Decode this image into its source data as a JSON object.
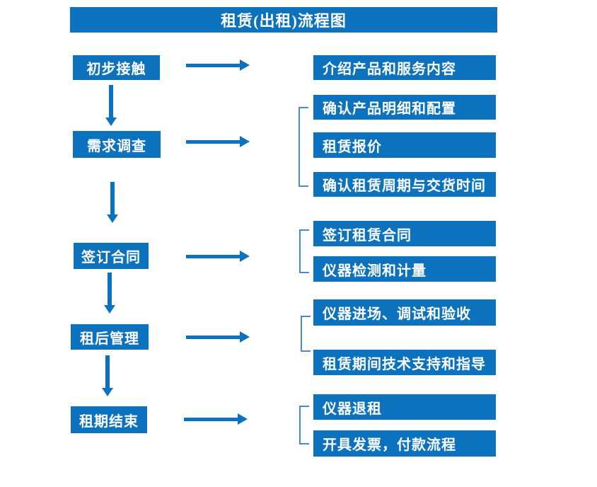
{
  "title": "租赁(出租)流程图",
  "colors": {
    "primary_blue": "#0d72bd",
    "bracket_blue": "#4f87c9",
    "text_white": "#ffffff",
    "background": "#ffffff"
  },
  "stages": [
    {
      "label": "初步接触",
      "details": [
        "介绍产品和服务内容"
      ]
    },
    {
      "label": "需求调查",
      "details": [
        "确认产品明细和配置",
        "租赁报价",
        "确认租赁周期与交货时间"
      ]
    },
    {
      "label": "签订合同",
      "details": [
        "签订租赁合同",
        "仪器检测和计量"
      ]
    },
    {
      "label": "租后管理",
      "details": [
        "仪器进场、调试和验收",
        "租赁期间技术支持和指导"
      ]
    },
    {
      "label": "租期结束",
      "details": [
        "仪器退租",
        "开具发票，付款流程"
      ]
    }
  ]
}
